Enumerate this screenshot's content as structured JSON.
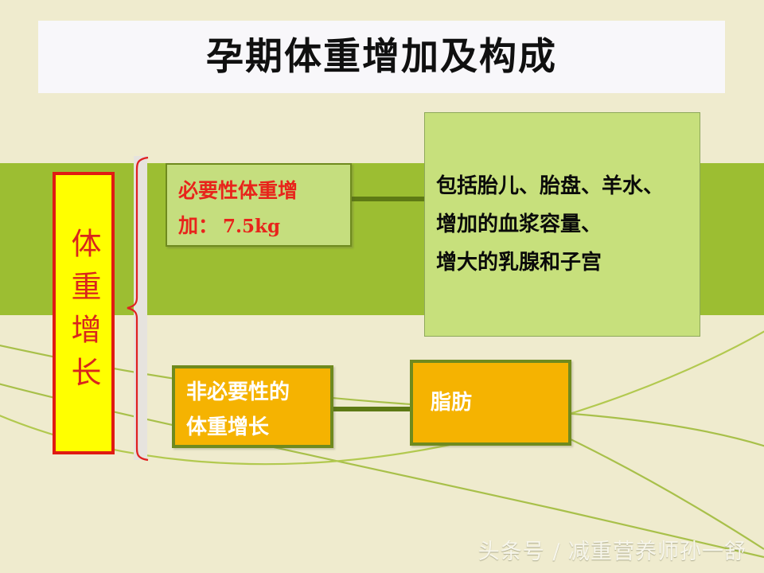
{
  "slide": {
    "title": "孕期体重增加及构成",
    "background_color": "#EFEBCE",
    "band_color": "#9CBE32"
  },
  "root_node": {
    "label": "体重增长",
    "fill_color": "#FFFF00",
    "border_color": "#E01B13",
    "text_color": "#D9251C"
  },
  "branches": [
    {
      "name": "necessary",
      "label_line1": "必要性体重增",
      "label_line2": "加：",
      "label_value": "7.5kg",
      "fill_color": "#C5DE7E",
      "border_color": "#6F8A1E",
      "text_color": "#E8241B",
      "detail": {
        "line1": "包括胎儿、胎盘、羊水、",
        "line2": "增加的血浆容量、",
        "line3": "增大的乳腺和子宫",
        "fill_color": "#C7E07C",
        "text_color": "#0A0A0A"
      }
    },
    {
      "name": "unnecessary",
      "label_line1": "非必要性的",
      "label_line2": "体重增长",
      "fill_color": "#F5B301",
      "border_color": "#6F8A1E",
      "text_color": "#FFFFFF",
      "detail": {
        "line1": "脂肪",
        "fill_color": "#F5B301",
        "text_color": "#FFFFFF"
      }
    }
  ],
  "watermark": "头条号 / 减重营养师孙一舒"
}
